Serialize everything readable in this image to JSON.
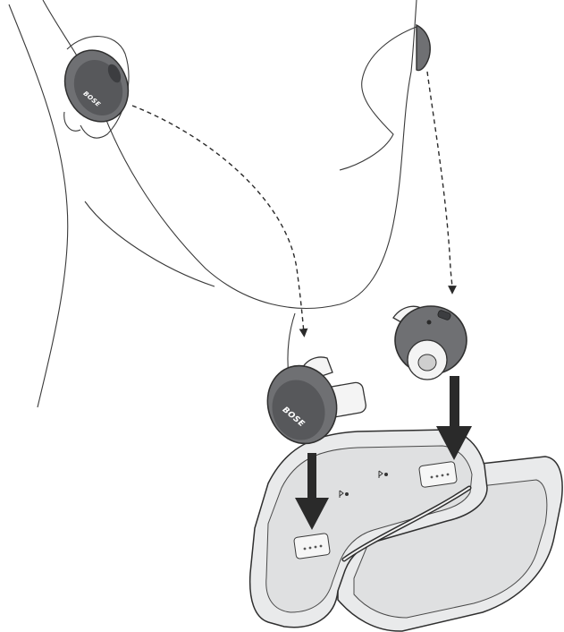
{
  "illustration": {
    "logo_text": "BOSE",
    "colors": {
      "earbud_body": "#6f7073",
      "earbud_dark": "#3c3d40",
      "case_fill": "#e9eaeb",
      "eartip": "#f4f4f4",
      "arrow": "#2a2a2a",
      "outline": "#3a3a3a"
    },
    "icons": [
      "bluetooth-glyph",
      "charge-led-dots",
      "down-arrow"
    ]
  }
}
